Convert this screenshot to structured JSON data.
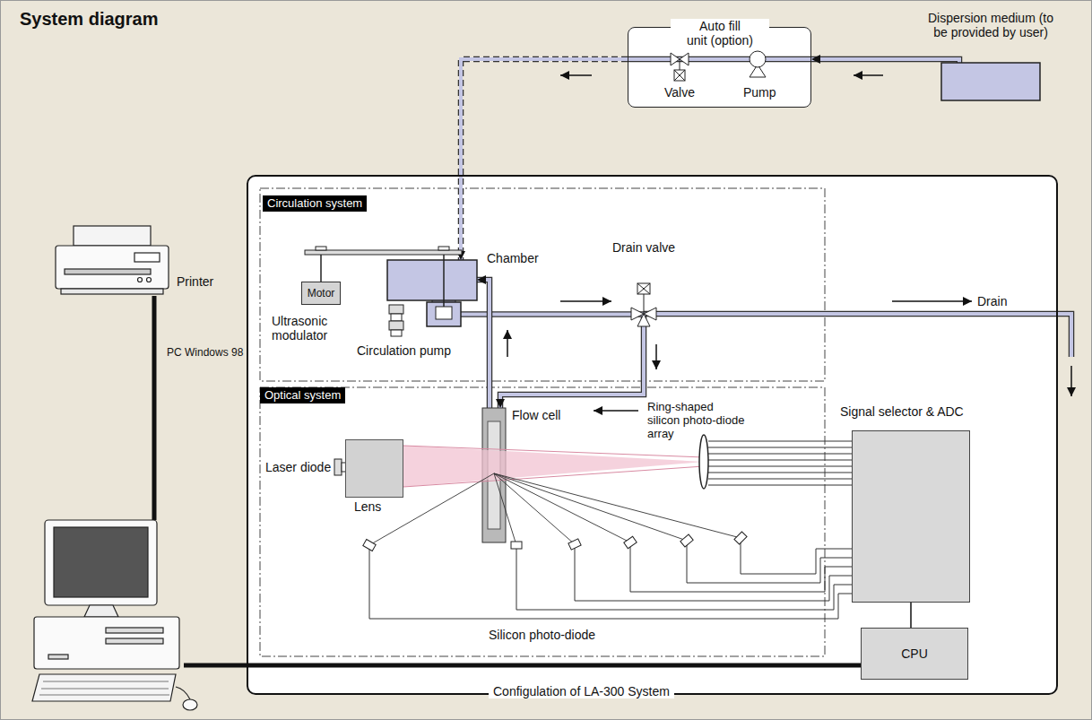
{
  "diagram": {
    "title": "System diagram",
    "nodes": [
      {
        "text": [
          "Auto fill unit (option)"
        ]
      },
      {
        "text": [
          "Dispersion medium (to be provided by user)"
        ]
      },
      {
        "text": [
          "Printer"
        ]
      },
      {
        "text": [
          "PC Windows 98"
        ]
      },
      {
        "text": [
          "Configulation of LA-300 System"
        ]
      },
      {
        "text": [
          "Circulation system"
        ],
        "in": 4
      },
      {
        "text": [
          "Motor"
        ],
        "in": 5
      },
      {
        "text": [
          "Chamber"
        ],
        "in": 5
      },
      {
        "text": [
          "Circulation pump"
        ],
        "in": 5
      },
      {
        "text": [
          "Optical system"
        ],
        "in": 4
      },
      {
        "text": [
          "Lens"
        ],
        "in": 9
      },
      {
        "text": [
          "Flow cell"
        ],
        "in": 9
      },
      {
        "text": [
          "Signal selector & ADC"
        ],
        "in": 4
      },
      {
        "text": [
          "CPU"
        ],
        "in": 4
      }
    ],
    "edges": [
      {
        "from": 1,
        "to": 0,
        "arrow": "to"
      },
      {
        "from": 0,
        "to": 7,
        "arrow": "to"
      },
      {
        "from": 8,
        "to": 11,
        "arrow": "to"
      },
      {
        "from": 11,
        "to": 7,
        "arrow": "to"
      },
      {
        "from": 2,
        "to": 3,
        "arrow": "none"
      },
      {
        "from": 3,
        "to": 13,
        "arrow": "none"
      },
      {
        "from": 12,
        "to": 13,
        "arrow": "none"
      }
    ],
    "labels": [
      "Valve",
      "Pump",
      "Ultrasonic modulator",
      "Drain valve",
      "Drain",
      "Laser diode",
      "Ring-shaped silicon photo-diode array",
      "Silicon photo-diode"
    ]
  }
}
